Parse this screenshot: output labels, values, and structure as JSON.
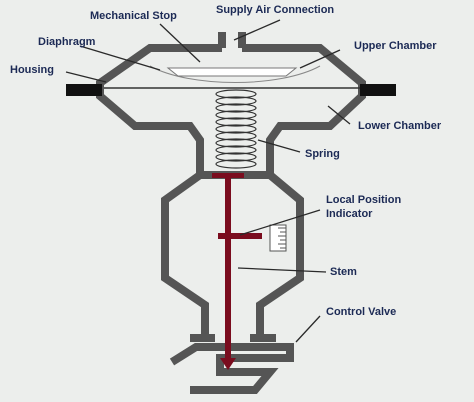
{
  "labels": {
    "mechanical_stop": "Mechanical Stop",
    "supply_air_connection": "Supply Air Connection",
    "diaphragm": "Diaphragm",
    "upper_chamber": "Upper Chamber",
    "housing": "Housing",
    "lower_chamber": "Lower Chamber",
    "spring": "Spring",
    "local_position_indicator_line1": "Local Position",
    "local_position_indicator_line2": "Indicator",
    "stem": "Stem",
    "control_valve": "Control Valve"
  },
  "colors": {
    "background": "#eceeec",
    "body_outline": "#555555",
    "stem": "#7a0c1e",
    "leader_line": "#2a2a2a",
    "label_text": "#1c2a55"
  }
}
